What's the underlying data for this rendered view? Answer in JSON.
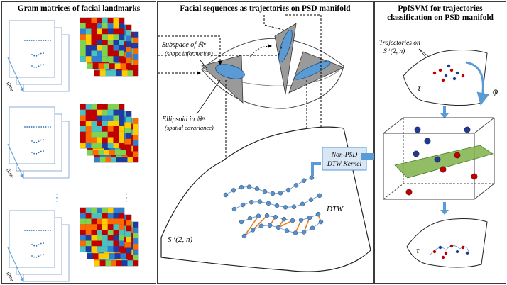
{
  "panels": {
    "left": {
      "title": "Gram matrices of facial landmarks",
      "time_label": "time",
      "ellipsis": "⋮"
    },
    "middle": {
      "title": "Facial sequences as trajectories on PSD manifold",
      "subspace_label": "Subspace of ℝⁿ",
      "subspace_note": "(shape information)",
      "ellipsoid_label": "Ellipsoid in ℝⁿ",
      "ellipsoid_note": "(spatial covariance)",
      "kernel_line1": "Non-PSD",
      "kernel_line2": "DTW Kernel",
      "dtw_label": "DTW",
      "manifold_label": "S⁺(2, n)"
    },
    "right": {
      "title_line1": "PpfSVM  for trajectories",
      "title_line2": "classification on PSD manifold",
      "traj_label_line1": "Trajectories on",
      "traj_label_line2": "S⁺(2, n)",
      "tau_label": "τ",
      "phi_label": "ϕ",
      "tau_label_bottom": "τ"
    }
  },
  "colors": {
    "arrow_blue": "#5b9bd5",
    "node_blue": "#5b8fc7",
    "dtw_orange": "#e67e22",
    "ellipse_blue": "#5b9bd5",
    "plane_green": "#7fb24a",
    "dot_red": "#c00000",
    "dot_blue": "#1f3a93",
    "kernel_bg": "#d9e7f5"
  }
}
